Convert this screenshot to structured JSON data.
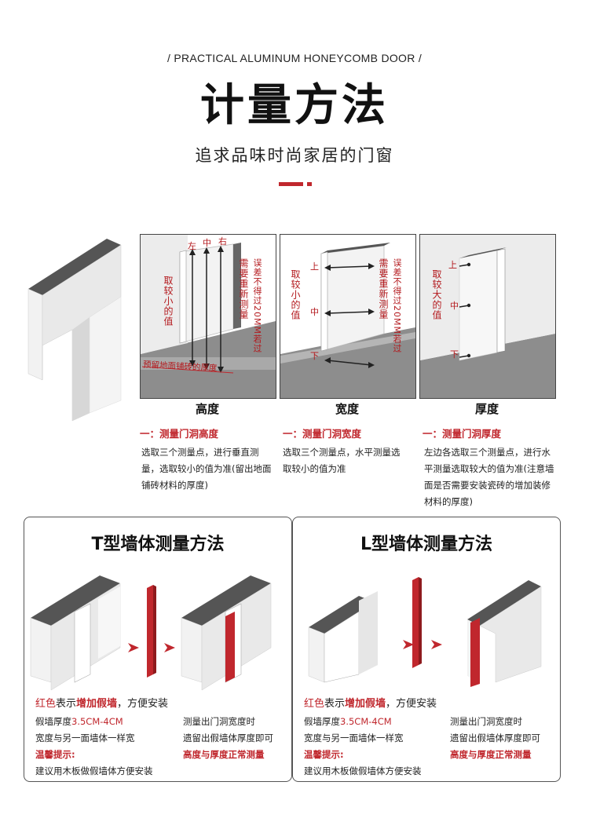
{
  "header": {
    "tagline": "/ PRACTICAL ALUMINUM HONEYCOMB DOOR /",
    "title": "计量方法",
    "subtitle": "追求品味时尚家居的门窗"
  },
  "panel_height": {
    "left_label": "取较小的值",
    "points": [
      "左",
      "中",
      "右"
    ],
    "right_label_1": "需要重新测量",
    "right_label_2": "误差不得过20MM若过",
    "floor_label": "预留地面铺砖的厚度"
  },
  "panel_width": {
    "left_label": "取较小的值",
    "points": [
      "上",
      "中",
      "下"
    ],
    "right_label_1": "需要重新测量",
    "right_label_2": "误差不得过20MM若过"
  },
  "panel_thickness": {
    "left_label": "取较大的值",
    "points": [
      "上",
      "中",
      "下"
    ]
  },
  "columns": [
    {
      "title": "高度",
      "sub": "一：测量门洞高度",
      "text": "选取三个测量点，进行垂直测量，选取较小的值为准(留出地面铺砖材料的厚度)"
    },
    {
      "title": "宽度",
      "sub": "一：测量门洞宽度",
      "text": "选取三个测量点，水平测量选取较小的值为准"
    },
    {
      "title": "厚度",
      "sub": "一：测量门洞厚度",
      "text": "左边各选取三个测量点，进行水平测量选取较大的值为准(注意墙面是否需要安装瓷砖的增加装修材料的厚度)"
    }
  ],
  "boxes": [
    {
      "title": "T型墙体测量方法",
      "note_red": "红色",
      "note_mid": "表示",
      "note_red2": "增加假墙",
      "note_end": "，方便安装",
      "left_lines": [
        "假墙厚度",
        "宽度与另一面墙体一样宽"
      ],
      "thickness_value": "3.5CM-4CM",
      "tip_label": "温馨提示:",
      "tip_text": "建议用木板做假墙体方便安装",
      "right_lines": [
        "测量出门洞宽度时",
        "遗留出假墙体厚度即可"
      ],
      "right_red": "高度与厚度正常测量"
    },
    {
      "title": "L型墙体测量方法",
      "note_red": "红色",
      "note_mid": "表示",
      "note_red2": "增加假墙",
      "note_end": "，方便安装",
      "left_lines": [
        "假墙厚度",
        "宽度与另一面墙体一样宽"
      ],
      "thickness_value": "3.5CM-4CM",
      "tip_label": "温馨提示:",
      "tip_text": "建议用木板做假墙体方便安装",
      "right_lines": [
        "测量出门洞宽度时",
        "遗留出假墙体厚度即可"
      ],
      "right_red": "高度与厚度正常测量"
    }
  ],
  "colors": {
    "accent": "#c0272d",
    "wall": "#e6e6e6",
    "floor": "#8a8a8a",
    "fake_wall": "#c0272d"
  }
}
